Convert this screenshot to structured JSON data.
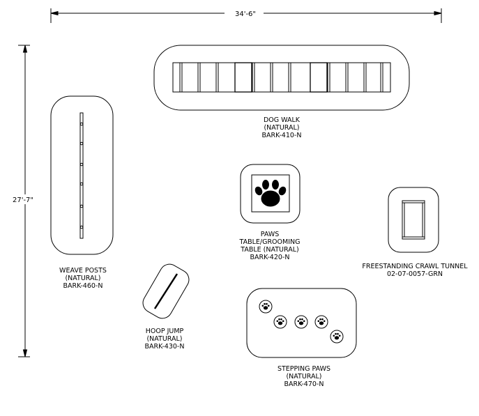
{
  "dimensions": {
    "width_label": "34'-6\"",
    "height_label": "27'-7\""
  },
  "equipment": {
    "dog_walk": {
      "lines": [
        "DOG WALK",
        "(NATURAL)",
        "BARK-410-N"
      ]
    },
    "paws_table": {
      "lines": [
        "PAWS",
        "TABLE/GROOMING",
        "TABLE (NATURAL)",
        "BARK-420-N"
      ]
    },
    "crawl_tunnel": {
      "lines": [
        "FREESTANDING CRAWL TUNNEL",
        "02-07-0057-GRN"
      ]
    },
    "weave_posts": {
      "lines": [
        "WEAVE POSTS",
        "(NATURAL)",
        "BARK-460-N"
      ]
    },
    "hoop_jump": {
      "lines": [
        "HOOP JUMP",
        "(NATURAL)",
        "BARK-430-N"
      ]
    },
    "stepping_paws": {
      "lines": [
        "STEPPING PAWS",
        "(NATURAL)",
        "BARK-470-N"
      ]
    }
  }
}
